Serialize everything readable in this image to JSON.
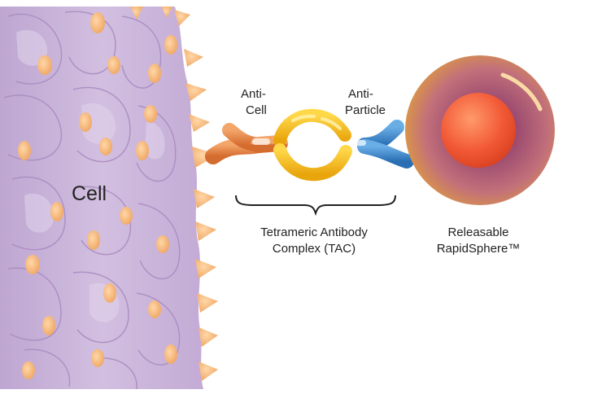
{
  "labels": {
    "cell": "Cell",
    "anti_cell_line1": "Anti-",
    "anti_cell_line2": "Cell",
    "anti_particle_line1": "Anti-",
    "anti_particle_line2": "Particle",
    "tac_line1": "Tetrameric Antibody",
    "tac_line2": "Complex (TAC)",
    "sphere_line1": "Releasable",
    "sphere_line2": "RapidSphere™"
  },
  "colors": {
    "cell_fill": "#c9b3d8",
    "cell_dark": "#9d80b5",
    "cell_light": "#e3d6ec",
    "antigen": "#f5bd83",
    "anti_cell_arm": "#e58a4f",
    "anti_particle_arm": "#3b83c8",
    "complex_ring": "#f2c21c",
    "sphere_outer": "#8a4a55",
    "sphere_inner": "#f05a3a"
  }
}
